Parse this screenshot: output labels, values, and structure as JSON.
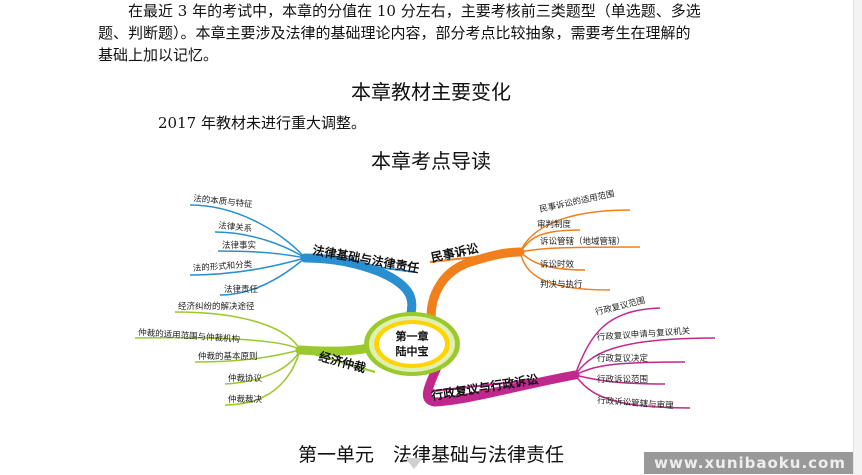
{
  "intro": {
    "line1": "在最近 3 年的考试中，本章的分值在 10 分左右，主要考核前三类题型（单选题、多选",
    "line2": "题、判断题）。本章主要涉及法律的基础理论内容，部分考点比较抽象，需要考生在理解的",
    "line3": "基础上加以记忆。"
  },
  "changes_heading": "本章教材主要变化",
  "changes_text": "2017 年教材未进行重大调整。",
  "guide_heading": "本章考点导读",
  "mindmap": {
    "center": {
      "line1": "第一章",
      "line2": "陆中宝"
    },
    "branches": [
      {
        "label": "法律基础与法律责任",
        "color": "#2a8fd0",
        "leaves": [
          "法的本质与特征",
          "法律关系",
          "法律事实",
          "法的形式和分类",
          "法律责任"
        ]
      },
      {
        "label": "民事诉讼",
        "color": "#f07f1c",
        "leaves": [
          "民事诉讼的适用范围",
          "审判制度",
          "诉讼管辖（地域管辖）",
          "诉讼时效",
          "判决与执行"
        ]
      },
      {
        "label": "经济仲裁",
        "color": "#9bc92d",
        "leaves": [
          "经济纠纷的解决途径",
          "仲裁的适用范围与仲裁机构",
          "仲裁的基本原则",
          "仲裁协议",
          "仲裁裁决"
        ]
      },
      {
        "label": "行政复议与行政诉讼",
        "color": "#c0288e",
        "leaves": [
          "行政复议范围",
          "行政复议申请与复议机关",
          "行政复议决定",
          "行政诉讼范围",
          "行政诉讼管辖与审理"
        ]
      }
    ]
  },
  "unit_title": "第一单元　法律基础与法律责任",
  "watermark": "www.xunibaoku.com"
}
